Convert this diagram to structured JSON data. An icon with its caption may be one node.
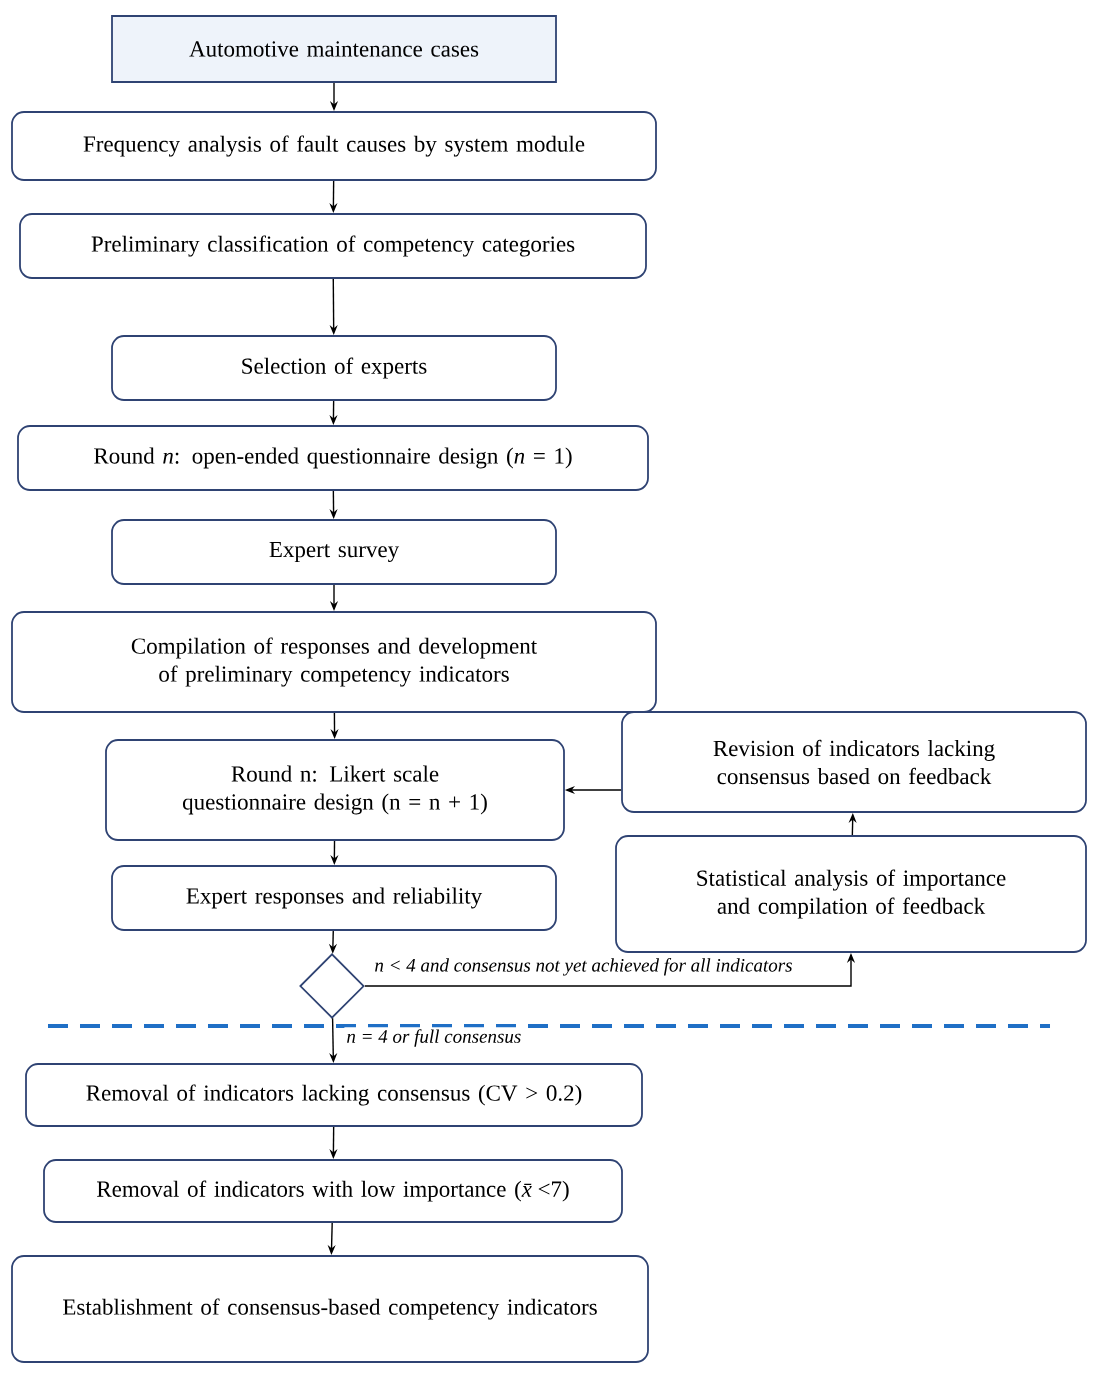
{
  "diagram": {
    "nodes": [
      {
        "text": [
          "Automotive maintenance cases"
        ]
      },
      {
        "text": [
          "Frequency analysis of fault causes by system module"
        ]
      },
      {
        "text": [
          "Preliminary classification of competency categories"
        ]
      },
      {
        "text": [
          "Selection of experts"
        ]
      },
      {
        "text": [
          "Round *n*: open-ended questionnaire design (*n* = 1)"
        ]
      },
      {
        "text": [
          "Expert survey"
        ]
      },
      {
        "text": [
          "Compilation of responses and development of preliminary competency indicators"
        ]
      },
      {
        "text": [
          "Round n: Likert scale questionnaire design (n = n + 1)"
        ]
      },
      {
        "text": [
          "Expert responses and reliability"
        ]
      },
      {
        "text": [
          "Revision of indicators lacking consensus based on feedback"
        ]
      },
      {
        "text": [
          "Statistical analysis of importance and compilation of feedback"
        ]
      },
      {
        "text": [],
        "shape": "diamond"
      },
      {
        "text": [
          "Removal of indicators lacking consensus (CV > 0.2)"
        ]
      },
      {
        "text": [
          "Removal of indicators with low importance (*x̄*<7)"
        ]
      },
      {
        "text": [
          "Establishment of consensus-based competency indicators"
        ]
      }
    ],
    "edges": [
      {
        "from": 0,
        "to": 1,
        "arrow": "to"
      },
      {
        "from": 1,
        "to": 2,
        "arrow": "to"
      },
      {
        "from": 2,
        "to": 3,
        "arrow": "to"
      },
      {
        "from": 3,
        "to": 4,
        "arrow": "to"
      },
      {
        "from": 4,
        "to": 5,
        "arrow": "to"
      },
      {
        "from": 5,
        "to": 6,
        "arrow": "to"
      },
      {
        "from": 6,
        "to": 7,
        "arrow": "to"
      },
      {
        "from": 9,
        "to": 7,
        "arrow": "to"
      },
      {
        "from": 7,
        "to": 8,
        "arrow": "to"
      },
      {
        "from": 8,
        "to": 11,
        "arrow": "to"
      },
      {
        "from": 11,
        "to": 10,
        "arrow": "to",
        "label": "n < 4 and consensus not yet achieved for all indicators"
      },
      {
        "from": 10,
        "to": 9,
        "arrow": "to"
      },
      {
        "from": 11,
        "to": 12,
        "arrow": "to",
        "label": "n = 4 or full consensus"
      },
      {
        "from": 12,
        "to": 13,
        "arrow": "to"
      },
      {
        "from": 13,
        "to": 14,
        "arrow": "to"
      }
    ]
  }
}
